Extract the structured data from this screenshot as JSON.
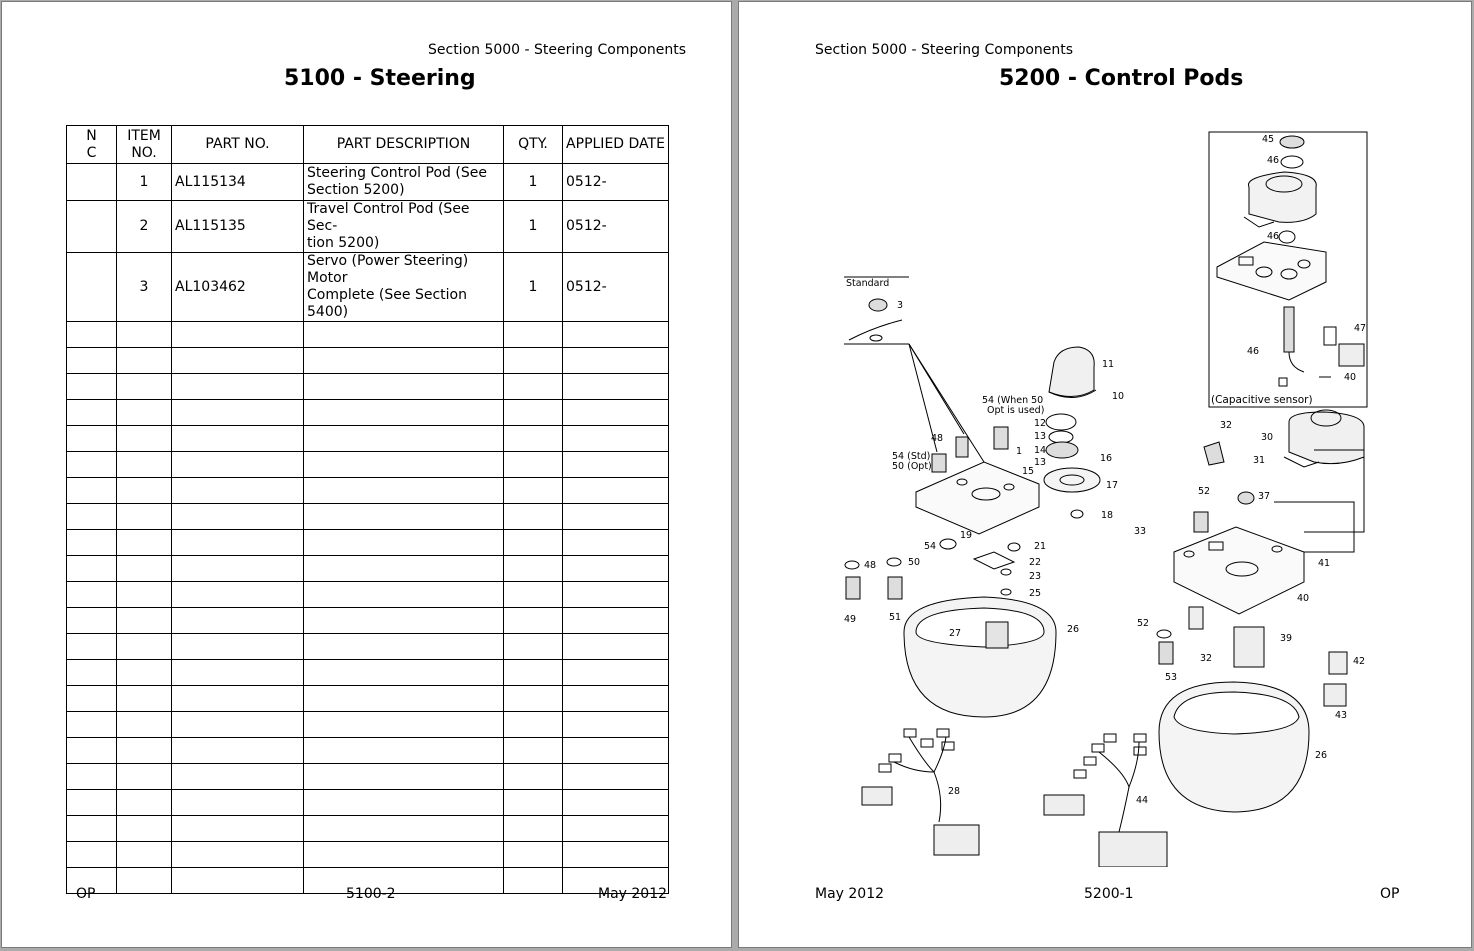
{
  "left_page": {
    "section_header": "Section 5000 - Steering Components",
    "title": "5100 - Steering",
    "table": {
      "headers": {
        "nc_line1": "N",
        "nc_line2": "C",
        "item_line1": "ITEM",
        "item_line2": "NO.",
        "part_no": "PART NO.",
        "description": "PART DESCRIPTION",
        "qty": "QTY.",
        "applied_date": "APPLIED DATE"
      },
      "rows": [
        {
          "nc": "",
          "item": "1",
          "part_no": "AL115134",
          "desc_line1": "Steering Control Pod (See",
          "desc_line2": "Section 5200)",
          "qty": "1",
          "applied_date": "0512-"
        },
        {
          "nc": "",
          "item": "2",
          "part_no": "AL115135",
          "desc_line1": "Travel Control Pod (See Sec-",
          "desc_line2": "tion 5200)",
          "qty": "1",
          "applied_date": "0512-"
        },
        {
          "nc": "",
          "item": "3",
          "part_no": "AL103462",
          "desc_line1": "Servo (Power Steering) Motor",
          "desc_line2": "Complete (See Section 5400)",
          "qty": "1",
          "applied_date": "0512-"
        }
      ]
    },
    "footer": {
      "left": "OP",
      "center": "5100-2",
      "right": "May 2012"
    }
  },
  "right_page": {
    "section_header": "Section 5000 - Steering Components",
    "title": "5200 - Control Pods",
    "diagram": {
      "inset_standard": "Standard",
      "capacitive_caption": "(Capacitive sensor)",
      "note_54_when_50_line1": "54 (When 50",
      "note_54_when_50_line2": "Opt is used)",
      "note_54_std": "54 (Std)",
      "note_50_opt": "50 (Opt)",
      "callouts": {
        "n1": "1",
        "n3": "3",
        "n10": "10",
        "n11": "11",
        "n12": "12",
        "n13a": "13",
        "n13b": "13",
        "n14": "14",
        "n15": "15",
        "n16": "16",
        "n17": "17",
        "n18": "18",
        "n19": "19",
        "n21": "21",
        "n22": "22",
        "n23": "23",
        "n25": "25",
        "n26a": "26",
        "n26b": "26",
        "n27": "27",
        "n28": "28",
        "n30": "30",
        "n31": "31",
        "n32a": "32",
        "n32b": "32",
        "n33": "33",
        "n37": "37",
        "n39": "39",
        "n40a": "40",
        "n40b": "40",
        "n41": "41",
        "n42": "42",
        "n43": "43",
        "n44": "44",
        "n45": "45",
        "n46a": "46",
        "n46b": "46",
        "n46c": "46",
        "n47": "47",
        "n48a": "48",
        "n48b": "48",
        "n49": "49",
        "n50": "50",
        "n51": "51",
        "n52a": "52",
        "n52b": "52",
        "n53": "53",
        "n54": "54"
      }
    },
    "footer": {
      "left": "May 2012",
      "center": "5200-1",
      "right": "OP"
    }
  }
}
